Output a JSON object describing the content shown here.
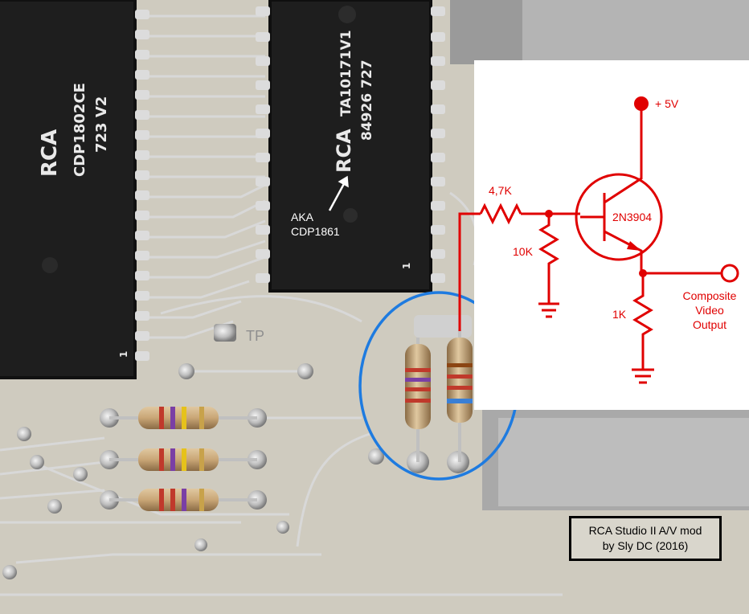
{
  "chips": {
    "cpu": {
      "brand": "RCA",
      "part": "CDP1802CE",
      "code": "723 V2",
      "pin1": "1"
    },
    "video": {
      "brand": "RCA",
      "part": "TA10171V1",
      "code": "84926 727",
      "pin1": "1"
    }
  },
  "annotations": {
    "aka_line1": "AKA",
    "aka_line2": "CDP1861",
    "tp_label": "TP"
  },
  "schematic": {
    "supply": "+ 5V",
    "r_base": "4,7K",
    "r_pulldown": "10K",
    "r_emitter": "1K",
    "transistor": "2N3904",
    "output_line1": "Composite",
    "output_line2": "Video",
    "output_line3": "Output",
    "wire_color": "#e00000"
  },
  "credit": {
    "line1": "RCA Studio II A/V mod",
    "line2": "by Sly DC (2016)"
  },
  "highlight_color": "#1e7be0"
}
